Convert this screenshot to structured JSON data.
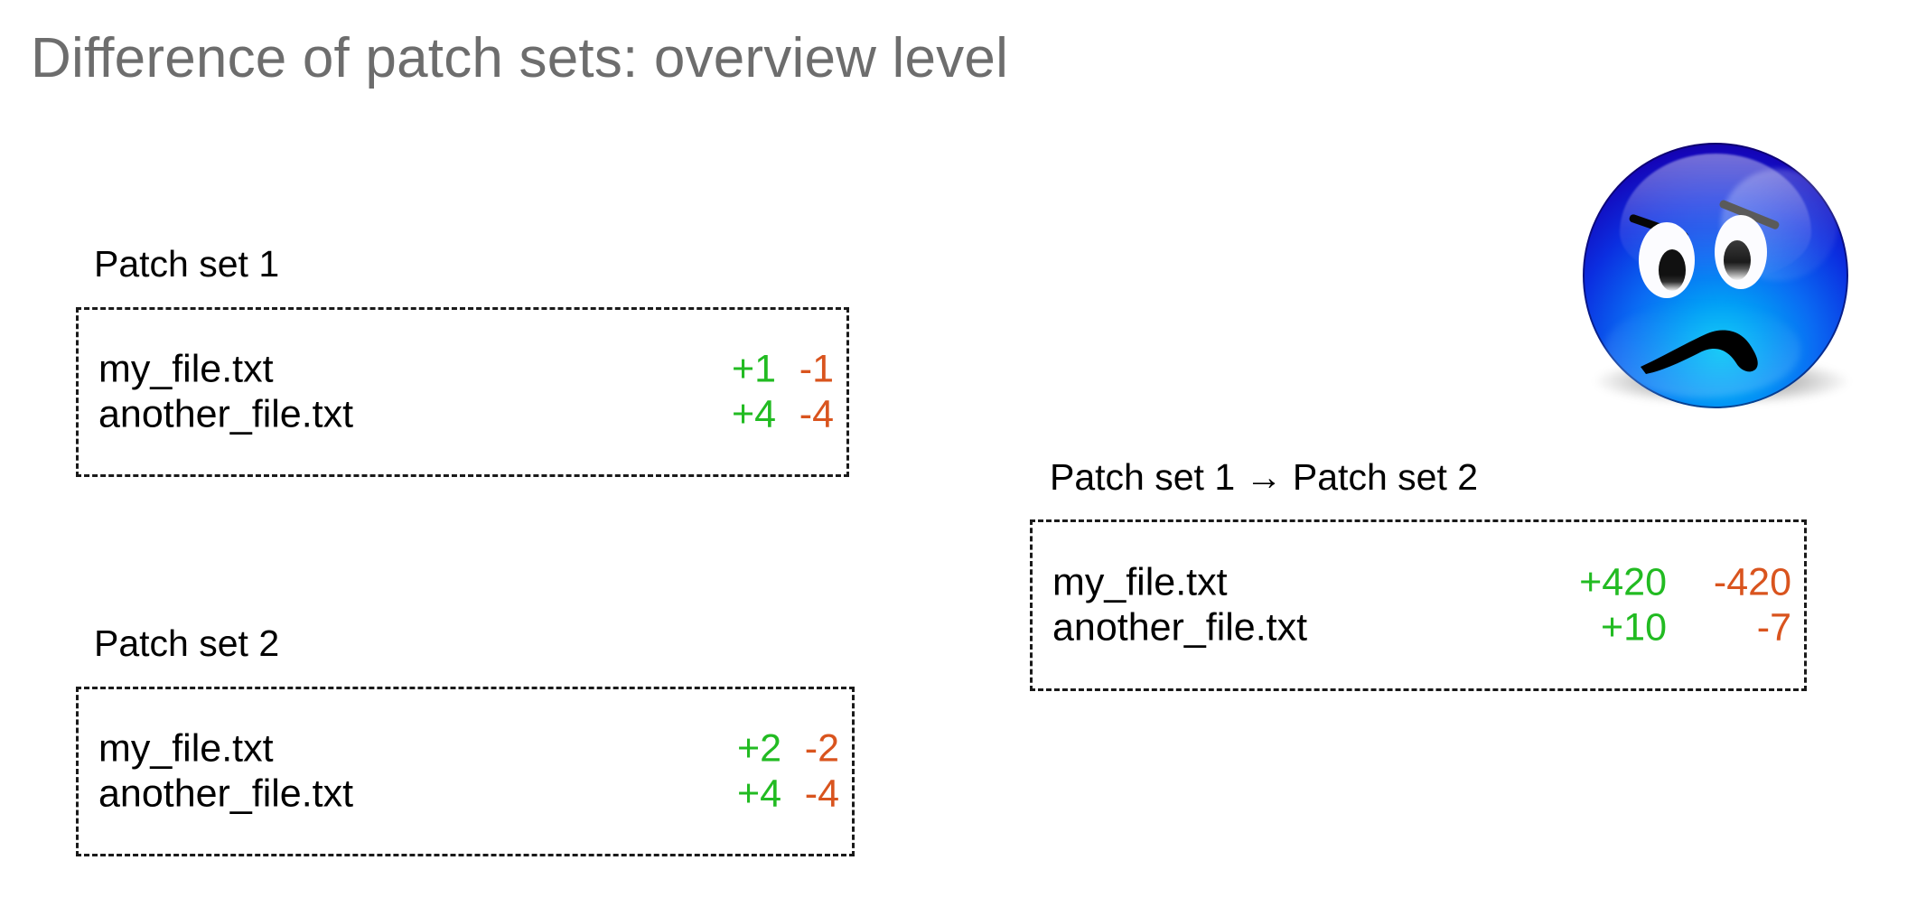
{
  "slide": {
    "title": "Difference of patch sets: overview level",
    "title_color": "#6d6d6d",
    "background": "#ffffff"
  },
  "colors": {
    "additions": "#22bb22",
    "deletions": "#d9541e",
    "text": "#000000",
    "box_border": "#1a1a1a"
  },
  "boxes": {
    "patch_set_1": {
      "caption": "Patch set 1",
      "rows": [
        {
          "file": "my_file.txt",
          "additions": "+1",
          "deletions": "-1"
        },
        {
          "file": "another_file.txt",
          "additions": "+4",
          "deletions": "-4"
        }
      ]
    },
    "patch_set_2": {
      "caption": "Patch set 2",
      "rows": [
        {
          "file": "my_file.txt",
          "additions": "+2",
          "deletions": "-2"
        },
        {
          "file": "another_file.txt",
          "additions": "+4",
          "deletions": "-4"
        }
      ]
    },
    "patch_set_diff": {
      "caption": "Patch set 1 → Patch set 2",
      "rows": [
        {
          "file": "my_file.txt",
          "additions": "+420",
          "deletions": "-420"
        },
        {
          "file": "another_file.txt",
          "additions": "+10",
          "deletions": "-7"
        }
      ]
    }
  },
  "decorations": {
    "emoji": "sad-face-emoji"
  }
}
